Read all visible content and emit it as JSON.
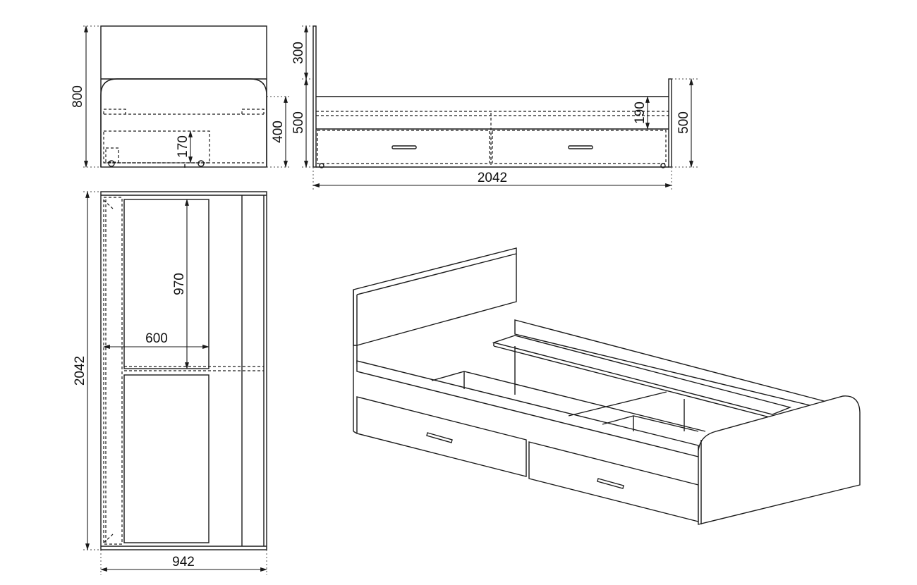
{
  "colors": {
    "line": "#1a1a1a",
    "background": "#ffffff"
  },
  "front_view": {
    "height_total": "800",
    "height_upper": "400",
    "drawer_height": "170"
  },
  "side_view": {
    "headboard_extra": "300",
    "head_height": "500",
    "foot_height": "500",
    "rail_offset": "190",
    "length": "2042"
  },
  "top_view": {
    "length": "2042",
    "width": "942",
    "drawer_depth": "970",
    "drawer_width": "600"
  }
}
